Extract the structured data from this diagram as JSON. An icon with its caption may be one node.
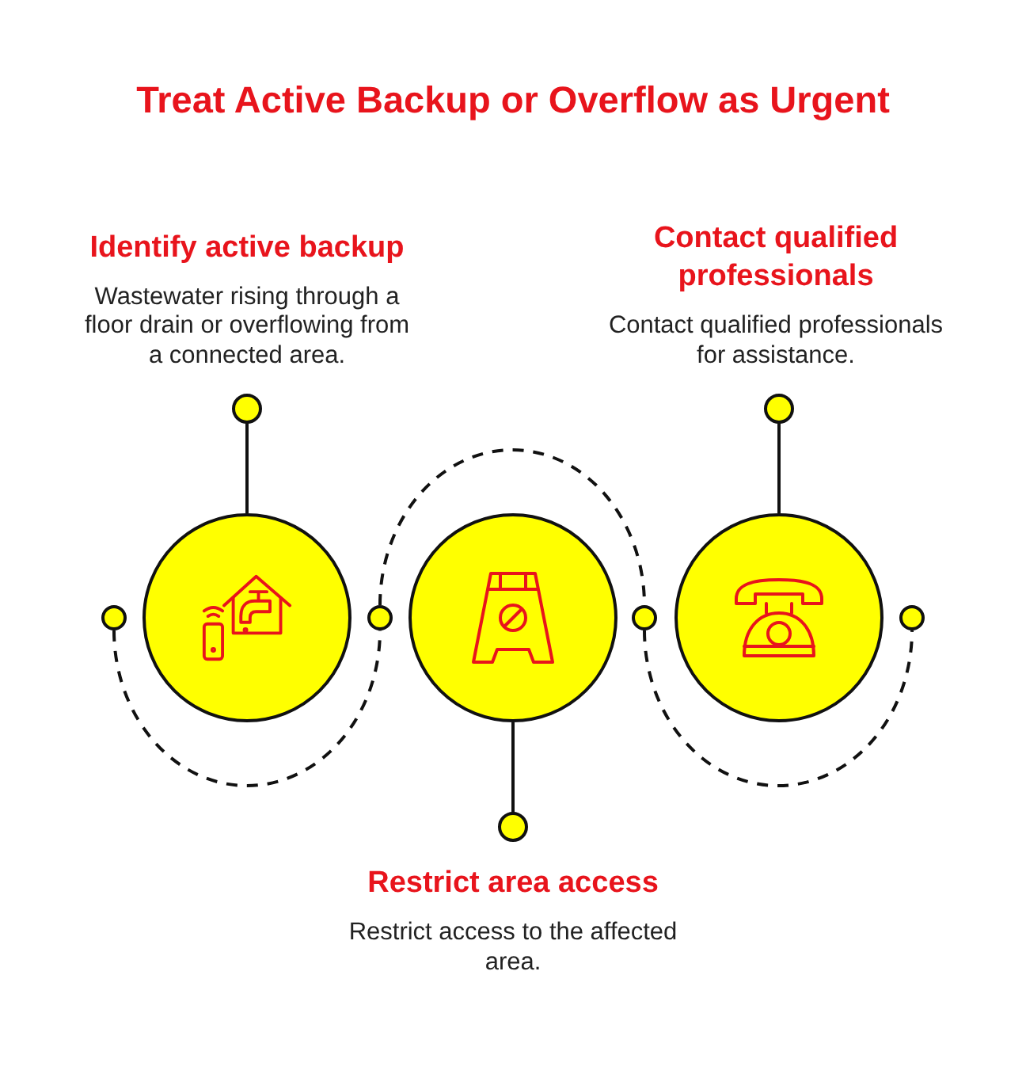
{
  "diagram": {
    "title": "Treat Active Backup or Overflow as Urgent",
    "nodes": [
      {
        "text": [
          "Identify active backup",
          "Wastewater rising through a floor drain or overflowing from a connected area."
        ]
      },
      {
        "text": [
          "Contact qualified professionals",
          "Contact qualified professionals for assistance."
        ]
      },
      {
        "text": [],
        "shape": "circle"
      },
      {
        "text": [],
        "shape": "circle"
      },
      {
        "text": [],
        "shape": "circle"
      },
      {
        "text": [],
        "shape": "circle"
      },
      {
        "text": [],
        "shape": "circle"
      },
      {
        "text": [],
        "shape": "circle"
      },
      {
        "text": [],
        "shape": "circle"
      },
      {
        "text": [
          "Restrict area access",
          "Restrict access to the affected area."
        ]
      }
    ],
    "edges": [
      {
        "from": 3,
        "to": 0,
        "arrow": "other"
      },
      {
        "from": 7,
        "to": 1,
        "arrow": "other"
      },
      {
        "from": 5,
        "to": 9,
        "arrow": "other"
      },
      {
        "from": 2,
        "to": 4,
        "arrow": "none",
        "style": "dashed"
      },
      {
        "from": 4,
        "to": 6,
        "arrow": "none",
        "style": "dashed"
      },
      {
        "from": 6,
        "to": 8,
        "arrow": "none",
        "style": "dashed"
      }
    ]
  }
}
